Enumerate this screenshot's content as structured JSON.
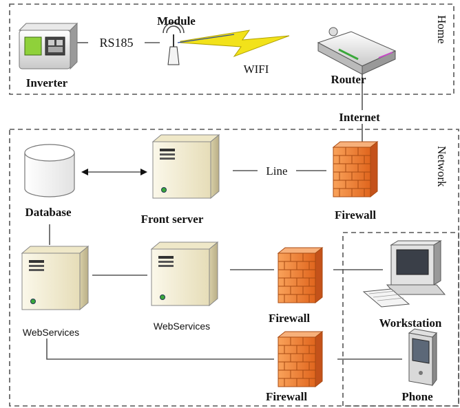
{
  "zones": {
    "home": "Home",
    "network": "Network"
  },
  "labels": {
    "module": "Module",
    "rs485": "RS185",
    "wifi": "WIFI",
    "inverter": "Inverter",
    "router": "Router",
    "internet": "Internet",
    "line": "Line",
    "database": "Database",
    "front_server": "Front server",
    "firewall_top": "Firewall",
    "webservices_left": "WebServices",
    "webservices_mid": "WebServices",
    "firewall_mid": "Firewall",
    "workstation": "Workstation",
    "firewall_bottom": "Firewall",
    "phone": "Phone"
  },
  "colors": {
    "firewall": "#f07a2a",
    "firewall_dark": "#c4521a",
    "wifi_bolt": "#f2e21a",
    "server_body": "#f6f0d8",
    "line": "#555555"
  }
}
